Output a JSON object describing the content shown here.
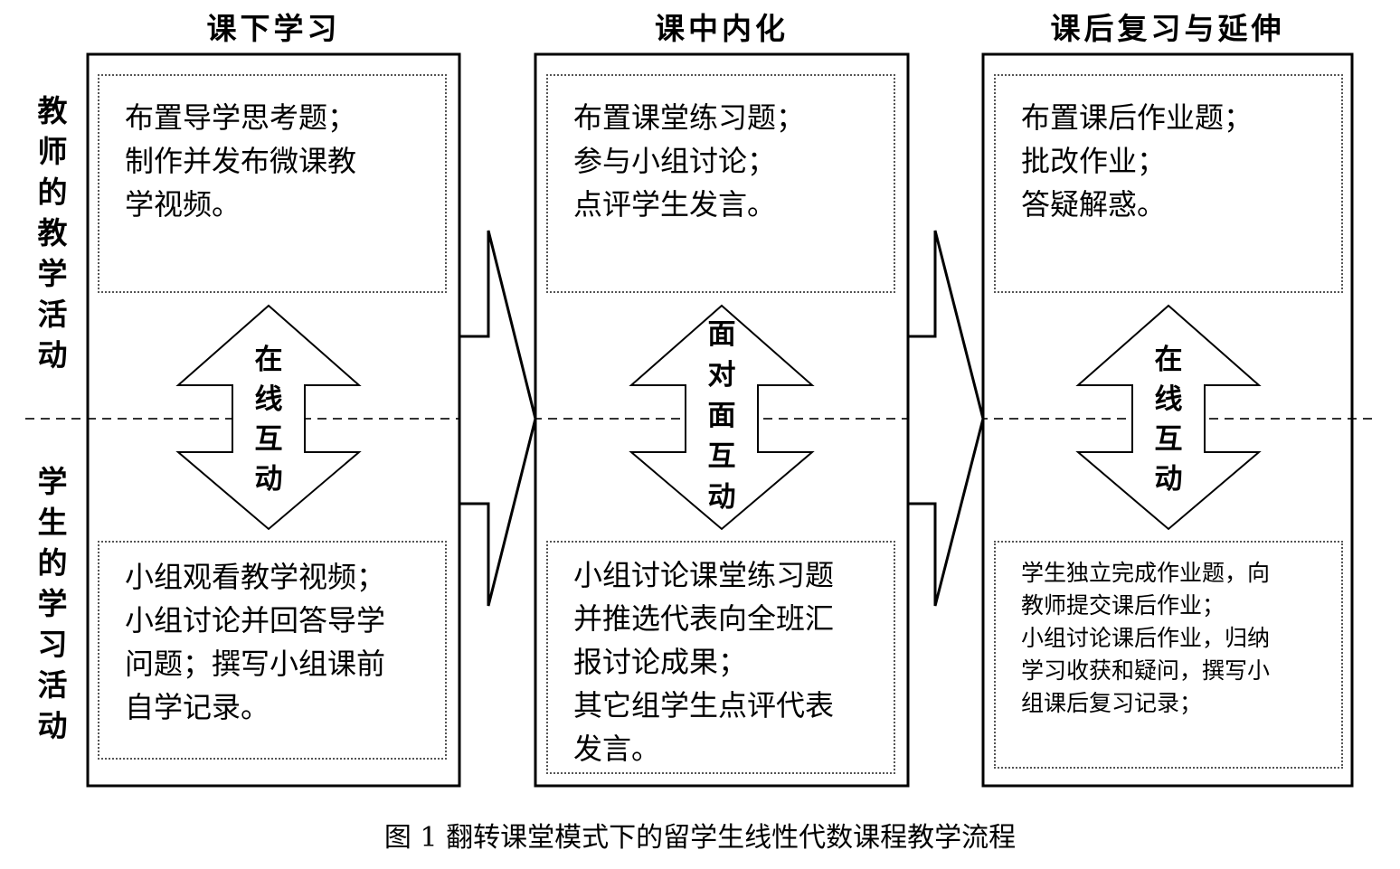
{
  "stages": [
    {
      "title": "课下学习"
    },
    {
      "title": "课中内化"
    },
    {
      "title": "课后复习与延伸"
    }
  ],
  "rows": {
    "teacher_label": [
      "教",
      "师",
      "的",
      "教",
      "学",
      "活",
      "动"
    ],
    "student_label": [
      "学",
      "生",
      "的",
      "学",
      "习",
      "活",
      "动"
    ]
  },
  "teacher_boxes": [
    [
      "布置导学思考题；",
      "制作并发布微课教",
      "学视频。"
    ],
    [
      "布置课堂练习题；",
      "参与小组讨论；",
      "点评学生发言。"
    ],
    [
      "布置课后作业题；",
      "批改作业；",
      "答疑解惑。"
    ]
  ],
  "student_boxes": [
    [
      "小组观看教学视频；",
      "小组讨论并回答导学",
      "问题；撰写小组课前",
      "自学记录。"
    ],
    [
      "小组讨论课堂练习题",
      "并推选代表向全班汇",
      "报讨论成果；",
      "其它组学生点评代表",
      "发言。"
    ],
    [
      "学生独立完成作业题，向",
      "教师提交课后作业；",
      "小组讨论课后作业，归纳",
      "学习收获和疑问，撰写小",
      "组课后复习记录；"
    ]
  ],
  "interactions": [
    [
      "在",
      "线",
      "互",
      "动"
    ],
    [
      "面",
      "对",
      "面",
      "互",
      "动"
    ],
    [
      "在",
      "线",
      "互",
      "动"
    ]
  ],
  "caption": "图 1  翻转课堂模式下的留学生线性代数课程教学流程"
}
